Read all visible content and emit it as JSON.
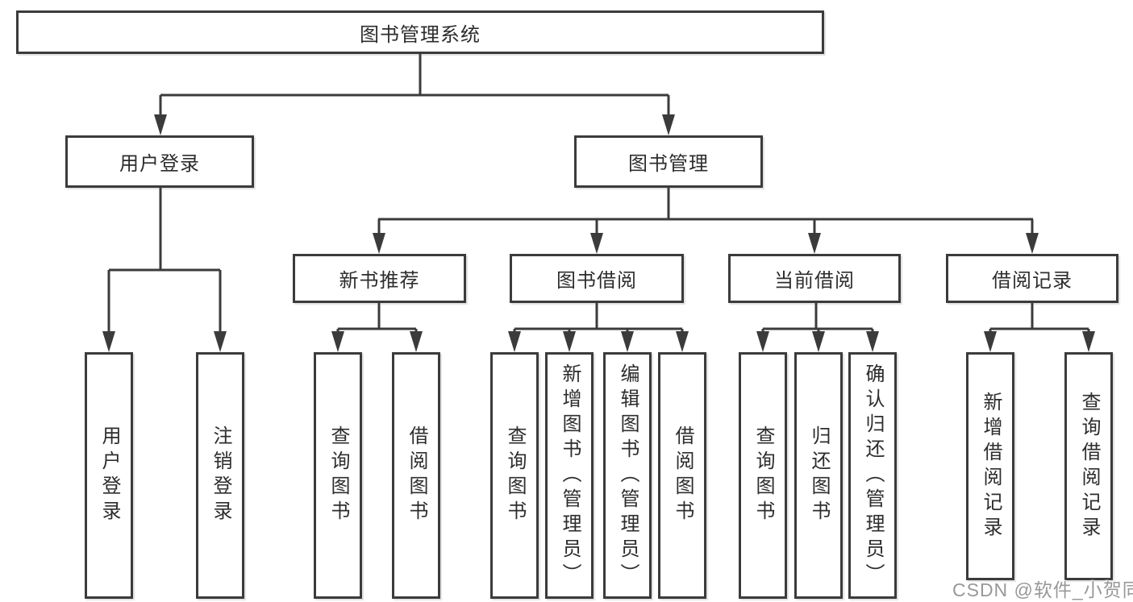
{
  "diagram": {
    "root": {
      "label": "图书管理系统"
    },
    "level2": [
      {
        "label": "用户登录"
      },
      {
        "label": "图书管理"
      }
    ],
    "level3": [
      {
        "label": "新书推荐"
      },
      {
        "label": "图书借阅"
      },
      {
        "label": "当前借阅"
      },
      {
        "label": "借阅记录"
      }
    ],
    "leaves": {
      "user_login": [
        {
          "label": "用户登录"
        },
        {
          "label": "注销登录"
        }
      ],
      "new_book_recommend": [
        {
          "label": "查询图书"
        },
        {
          "label": "借阅图书"
        }
      ],
      "book_borrow": [
        {
          "label": "查询图书"
        },
        {
          "label": "新增图书（管理员）"
        },
        {
          "label": "编辑图书（管理员）"
        },
        {
          "label": "借阅图书"
        }
      ],
      "current_borrow": [
        {
          "label": "查询图书"
        },
        {
          "label": "归还图书"
        },
        {
          "label": "确认归还（管理员）"
        }
      ],
      "borrow_record": [
        {
          "label": "新增借阅记录"
        },
        {
          "label": "查询借阅记录"
        }
      ]
    },
    "colors": {
      "background": "#ffffff",
      "box_border": "#3b3b3b",
      "connector": "#3b3b3b",
      "text": "#2d2d2d",
      "watermark_text": "#989898"
    }
  },
  "watermark": {
    "text": "CSDN @软件_小贺同学"
  }
}
